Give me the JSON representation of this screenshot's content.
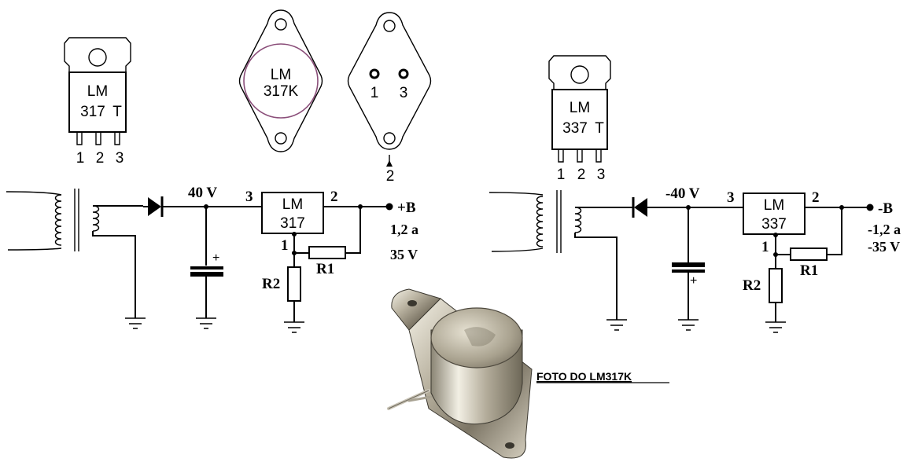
{
  "components": {
    "to220_left": {
      "line1": "LM",
      "line2": "317",
      "suffix": "T",
      "pins": [
        "1",
        "2",
        "3"
      ]
    },
    "to3_front": {
      "line1": "LM",
      "line2": "317K"
    },
    "to3_back": {
      "pins": [
        "1",
        "3"
      ],
      "case_pin": "2"
    },
    "to220_right": {
      "line1": "LM",
      "line2": "337",
      "suffix": "T",
      "pins": [
        "1",
        "2",
        "3"
      ]
    }
  },
  "circuit_positive": {
    "input_voltage": "40 V",
    "regulator_line1": "LM",
    "regulator_line2": "317",
    "pin_in": "3",
    "pin_out": "2",
    "pin_adj": "1",
    "r1": "R1",
    "r2": "R2",
    "output_label": "+B",
    "range_line1": "1,2 a",
    "range_line2": "35 V",
    "cap_polarity": "+"
  },
  "circuit_negative": {
    "input_voltage": "-40 V",
    "regulator_line1": "LM",
    "regulator_line2": "337",
    "pin_in": "3",
    "pin_out": "2",
    "pin_adj": "1",
    "r1": "R1",
    "r2": "R2",
    "output_label": "-B",
    "range_line1": "-1,2 a",
    "range_line2": "-35 V",
    "cap_polarity": "+"
  },
  "photo_caption": "FOTO DO LM317K"
}
